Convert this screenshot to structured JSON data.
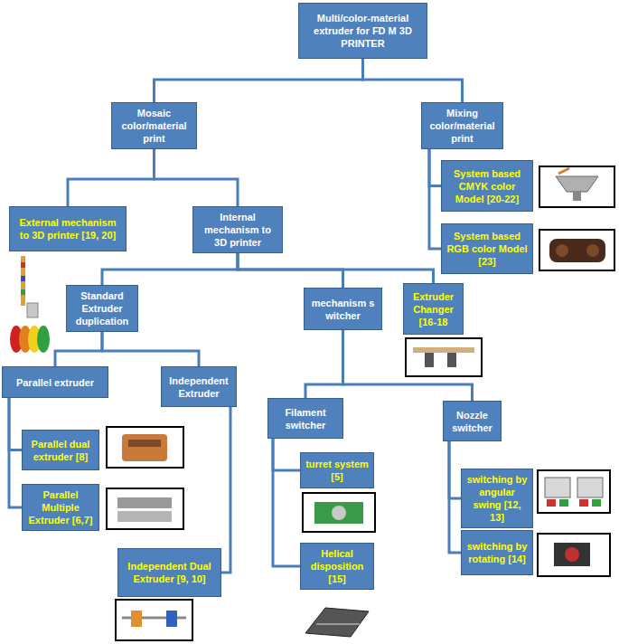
{
  "diagram": {
    "nodes": [
      {
        "text": [
          "Multi/color-material extruder for FD M 3D PRINTER"
        ]
      },
      {
        "text": [
          "Mosaic color/material print"
        ]
      },
      {
        "text": [
          "Mixing color/material print"
        ]
      },
      {
        "text": [
          "External mechanism to 3D printer [19, 20]"
        ]
      },
      {
        "text": [
          "Internal mechanism to 3D printer"
        ]
      },
      {
        "text": [
          "System based CMYK color Model [20-22]"
        ]
      },
      {
        "text": [
          "System based RGB color Model [23]"
        ]
      },
      {
        "text": [
          "Standard Extruder duplication"
        ]
      },
      {
        "text": [
          "mechanism s witcher"
        ]
      },
      {
        "text": [
          "Extruder Changer [16-18"
        ]
      },
      {
        "text": [
          "Parallel extruder"
        ]
      },
      {
        "text": [
          "Independent Extruder"
        ]
      },
      {
        "text": [
          "Filament switcher"
        ]
      },
      {
        "text": [
          "Nozzle switcher"
        ]
      },
      {
        "text": [
          "Parallel dual extruder [8]"
        ]
      },
      {
        "text": [
          "Parallel Multiple Extruder [6,7]"
        ]
      },
      {
        "text": [
          "Independent Dual Extruder [9, 10]"
        ]
      },
      {
        "text": [
          "turret system [5]"
        ]
      },
      {
        "text": [
          "Helical disposition [15]"
        ]
      },
      {
        "text": [
          "switching by angular swing [12, 13]"
        ]
      },
      {
        "text": [
          "switching by rotating [14]"
        ]
      }
    ],
    "edges": [
      {
        "from": 0,
        "to": 1,
        "arrow": "none"
      },
      {
        "from": 0,
        "to": 2,
        "arrow": "none"
      },
      {
        "from": 1,
        "to": 3,
        "arrow": "none"
      },
      {
        "from": 1,
        "to": 4,
        "arrow": "none"
      },
      {
        "from": 2,
        "to": 5,
        "arrow": "none"
      },
      {
        "from": 2,
        "to": 6,
        "arrow": "none"
      },
      {
        "from": 4,
        "to": 7,
        "arrow": "none"
      },
      {
        "from": 4,
        "to": 8,
        "arrow": "none"
      },
      {
        "from": 4,
        "to": 9,
        "arrow": "none"
      },
      {
        "from": 7,
        "to": 10,
        "arrow": "none"
      },
      {
        "from": 7,
        "to": 11,
        "arrow": "none"
      },
      {
        "from": 8,
        "to": 12,
        "arrow": "none"
      },
      {
        "from": 8,
        "to": 13,
        "arrow": "none"
      },
      {
        "from": 10,
        "to": 14,
        "arrow": "none"
      },
      {
        "from": 10,
        "to": 15,
        "arrow": "none"
      },
      {
        "from": 11,
        "to": 16,
        "arrow": "none"
      },
      {
        "from": 12,
        "to": 17,
        "arrow": "none"
      },
      {
        "from": 12,
        "to": 18,
        "arrow": "none"
      },
      {
        "from": 13,
        "to": 19,
        "arrow": "none"
      },
      {
        "from": 13,
        "to": 20,
        "arrow": "none"
      }
    ]
  }
}
